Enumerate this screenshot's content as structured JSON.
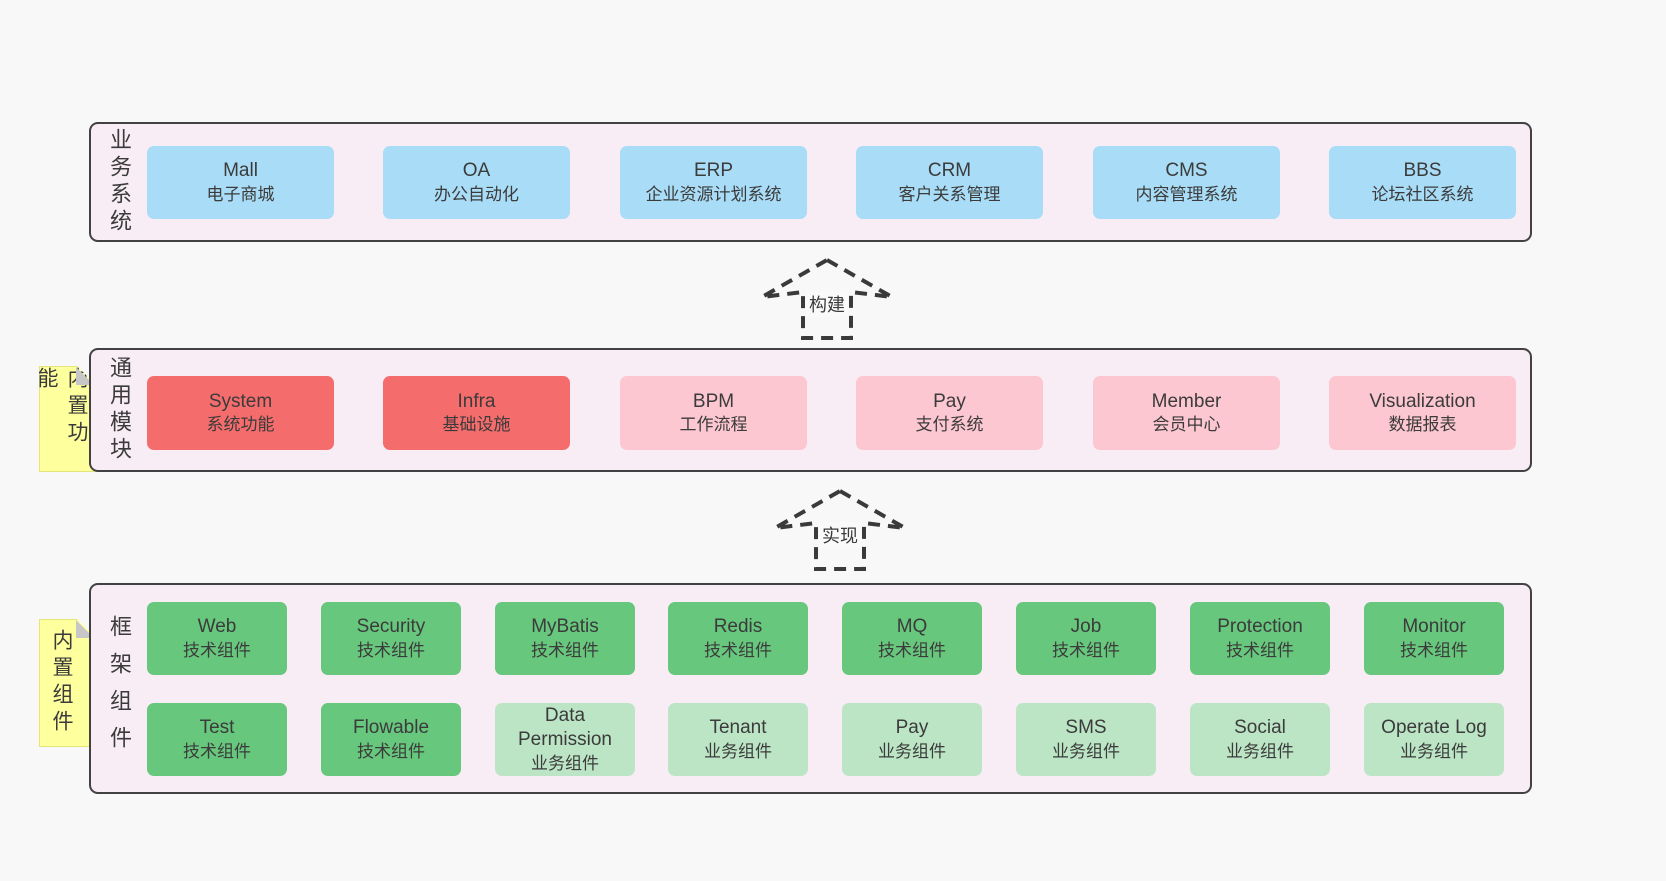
{
  "colors": {
    "page_background": "#f8f8f8",
    "layer_background": "#f8edf5",
    "layer_border": "#424242",
    "box_blue": "#a9dcf6",
    "box_red": "#f56c6c",
    "box_pink": "#fcc7d0",
    "box_green": "#67c77d",
    "box_light_green": "#bce5c6",
    "tab_yellow": "#feff9d",
    "text": "#3b3b3b"
  },
  "arrows": [
    {
      "label": "构建"
    },
    {
      "label": "实现"
    }
  ],
  "layers": {
    "business": {
      "label": "业务系统",
      "boxes": [
        {
          "title": "Mall",
          "subtitle": "电子商城"
        },
        {
          "title": "OA",
          "subtitle": "办公自动化"
        },
        {
          "title": "ERP",
          "subtitle": "企业资源计划系统"
        },
        {
          "title": "CRM",
          "subtitle": "客户关系管理"
        },
        {
          "title": "CMS",
          "subtitle": "内容管理系统"
        },
        {
          "title": "BBS",
          "subtitle": "论坛社区系统"
        }
      ]
    },
    "common": {
      "tab": "内置功能",
      "label": "通用模块",
      "boxes": [
        {
          "title": "System",
          "subtitle": "系统功能",
          "variant": "red"
        },
        {
          "title": "Infra",
          "subtitle": "基础设施",
          "variant": "red"
        },
        {
          "title": "BPM",
          "subtitle": "工作流程",
          "variant": "pink"
        },
        {
          "title": "Pay",
          "subtitle": "支付系统",
          "variant": "pink"
        },
        {
          "title": "Member",
          "subtitle": "会员中心",
          "variant": "pink"
        },
        {
          "title": "Visualization",
          "subtitle": "数据报表",
          "variant": "pink"
        }
      ]
    },
    "framework": {
      "tab": "内置组件",
      "label": "框架组件",
      "row1": [
        {
          "title": "Web",
          "subtitle": "技术组件",
          "variant": "green"
        },
        {
          "title": "Security",
          "subtitle": "技术组件",
          "variant": "green"
        },
        {
          "title": "MyBatis",
          "subtitle": "技术组件",
          "variant": "green"
        },
        {
          "title": "Redis",
          "subtitle": "技术组件",
          "variant": "green"
        },
        {
          "title": "MQ",
          "subtitle": "技术组件",
          "variant": "green"
        },
        {
          "title": "Job",
          "subtitle": "技术组件",
          "variant": "green"
        },
        {
          "title": "Protection",
          "subtitle": "技术组件",
          "variant": "green"
        },
        {
          "title": "Monitor",
          "subtitle": "技术组件",
          "variant": "green"
        }
      ],
      "row2": [
        {
          "title": "Test",
          "subtitle": "技术组件",
          "variant": "green"
        },
        {
          "title": "Flowable",
          "subtitle": "技术组件",
          "variant": "green"
        },
        {
          "title": "Data Permission",
          "subtitle": "业务组件",
          "variant": "lgreen"
        },
        {
          "title": "Tenant",
          "subtitle": "业务组件",
          "variant": "lgreen"
        },
        {
          "title": "Pay",
          "subtitle": "业务组件",
          "variant": "lgreen"
        },
        {
          "title": "SMS",
          "subtitle": "业务组件",
          "variant": "lgreen"
        },
        {
          "title": "Social",
          "subtitle": "业务组件",
          "variant": "lgreen"
        },
        {
          "title": "Operate Log",
          "subtitle": "业务组件",
          "variant": "lgreen"
        }
      ]
    }
  }
}
